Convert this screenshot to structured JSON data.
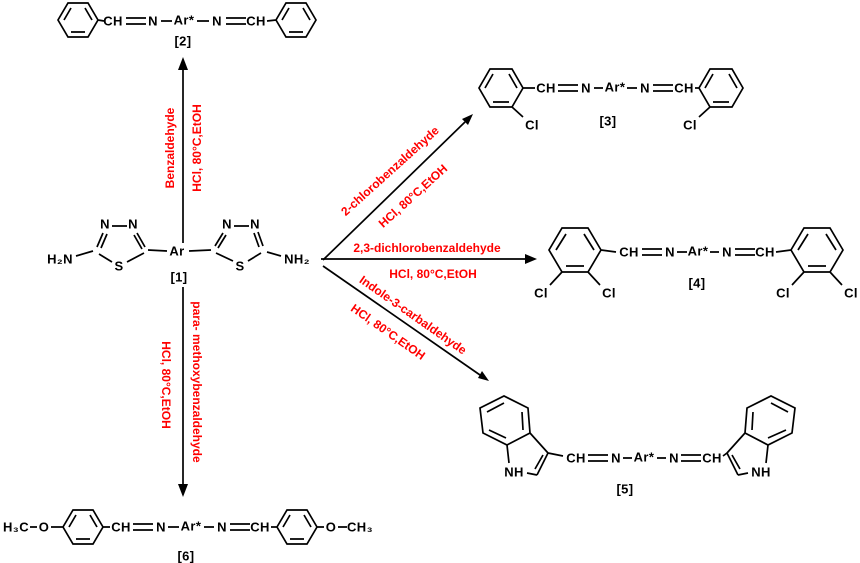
{
  "colors": {
    "structure": "#000000",
    "reagent_text": "#ff0000",
    "background": "#ffffff"
  },
  "compound_labels": {
    "c1": "[1]",
    "c2": "[2]",
    "c3": "[3]",
    "c4": "[4]",
    "c5": "[5]",
    "c6": "[6]"
  },
  "atoms": {
    "ch": "CH",
    "n": "N",
    "ar_star": "Ar*",
    "ar": "Ar",
    "s": "S",
    "cl": "Cl",
    "nh": "NH",
    "h2n": "H₂N",
    "nh2": "NH₂",
    "h3c": "H₃C",
    "o": "O",
    "ch3": "CH₃"
  },
  "reactions": {
    "to2": {
      "reagent": "Benzaldehyde",
      "conditions": "HCl, 80°C,EtOH"
    },
    "to3": {
      "reagent": "2-chlorobenzaldehyde",
      "conditions": "HCl, 80°C,EtOH"
    },
    "to4": {
      "reagent": "2,3-dichlorobenzaldehyde",
      "conditions": "HCl, 80°C,EtOH"
    },
    "to5": {
      "reagent": "Indole-3-carbaldehyde",
      "conditions": "HCl, 80°C,EtOH"
    },
    "to6": {
      "reagent": "para- methoxybenzaldehyde",
      "conditions": "HCl, 80°C,EtOH"
    }
  }
}
